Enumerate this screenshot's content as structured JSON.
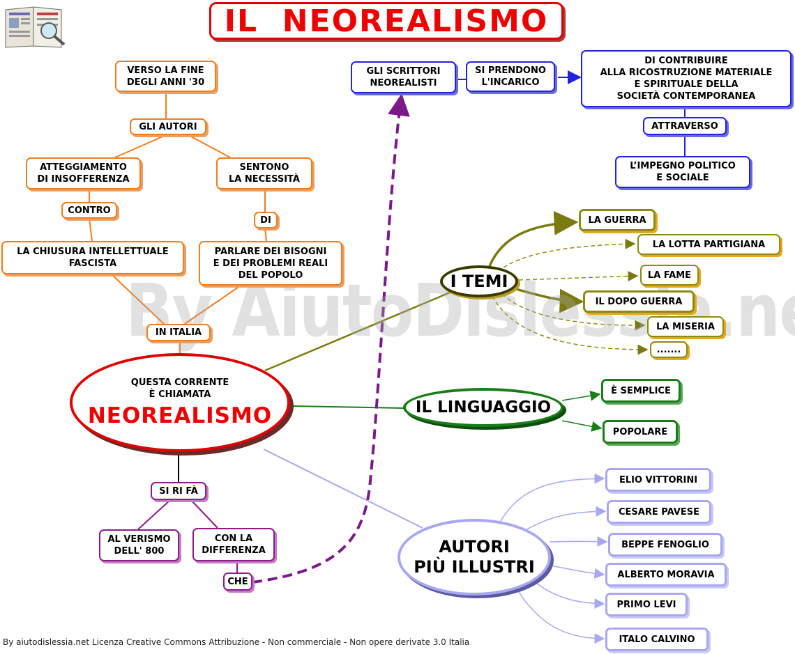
{
  "title": "IL  NEOREALISMO",
  "watermark": "By AiutoDislessia.net",
  "footer": "By aiutodislessia.net Licenza Creative Commons Attribuzione - Non commerciale - Non opere derivate 3.0 Italia",
  "central": {
    "subtitle": "QUESTA CORRENTE\nÈ CHIAMATA",
    "name": "NEOREALISMO"
  },
  "origins": {
    "period": "VERSO LA FINE\nDEGLI ANNI '30",
    "authors": "GLI AUTORI",
    "attitude": "ATTEGGIAMENTO\nDI INSOFFERENZA",
    "against": "CONTRO",
    "closure": "LA CHIUSURA INTELLETTUALE\nFASCISTA",
    "need": "SENTONO\nLA NECESSITÀ",
    "of": "DI",
    "talk": "PARLARE DEI BISOGNI\nE DEI PROBLEMI REALI\nDEL POPOLO",
    "in_italy": "IN ITALIA"
  },
  "writers": {
    "writers": "GLI SCRITTORI\nNEOREALISTI",
    "task": "SI PRENDONO\nL'INCARICO",
    "contribute": "DI CONTRIBUIRE\nALLA RICOSTRUZIONE MATERIALE\nE SPIRITUALE DELLA\nSOCIETÀ CONTEMPORANEA",
    "through": "ATTRAVERSO",
    "commitment": "L’IMPEGNO POLITICO\nE SOCIALE"
  },
  "themes": {
    "label": "I TEMI",
    "items": [
      "LA GUERRA",
      "LA LOTTA PARTIGIANA",
      "LA FAME",
      "IL DOPO GUERRA",
      "LA MISERIA",
      "......."
    ]
  },
  "language": {
    "label": "IL LINGUAGGIO",
    "items": [
      "È SEMPLICE",
      "POPOLARE"
    ]
  },
  "authors_famous": {
    "label": "AUTORI\nPIÙ ILLUSTRI",
    "items": [
      "ELIO VITTORINI",
      "CESARE PAVESE",
      "BEPPE FENOGLIO",
      "ALBERTO MORAVIA",
      "PRIMO LEVI",
      "ITALO CALVINO"
    ]
  },
  "refers": {
    "label": "SI RI FÀ",
    "verismo": "AL VERISMO\nDELL'  800",
    "difference": "CON LA\nDIFFERENZA",
    "that": "CHE"
  },
  "colors": {
    "title": "#ee0000",
    "orange": "#f07d1e",
    "blue": "#2222dd",
    "olive": "#8d8a10",
    "green": "#1a7d1a",
    "lavender": "#a8a8f0",
    "purple": "#8b1a8b"
  },
  "icons": {
    "logo": "book-magnifier-icon"
  }
}
